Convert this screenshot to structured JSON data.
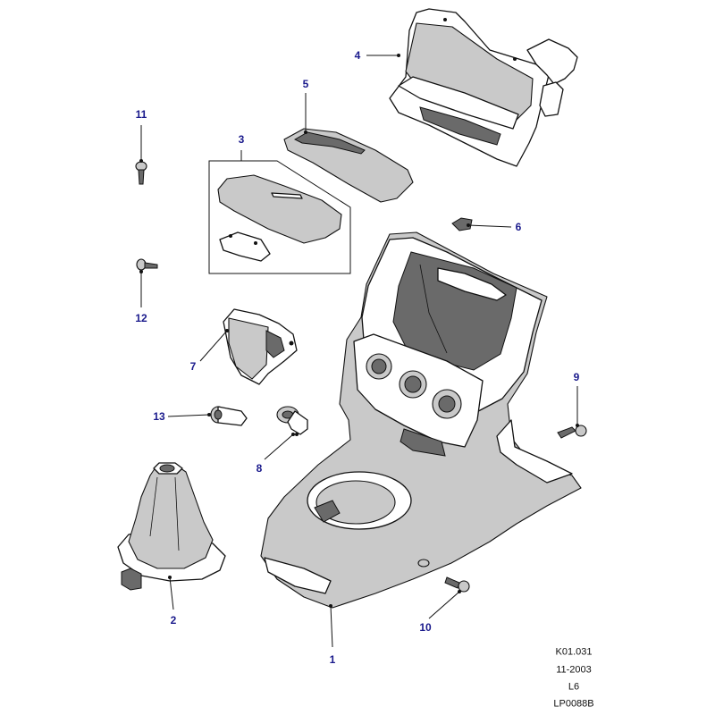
{
  "callouts": {
    "c1": "1",
    "c2": "2",
    "c3": "3",
    "c4": "4",
    "c5": "5",
    "c6": "6",
    "c7": "7",
    "c8": "8",
    "c9": "9",
    "c10": "10",
    "c11": "11",
    "c12": "12",
    "c13": "13"
  },
  "drawing_info": {
    "ref": "K01.031",
    "date": "11-2003",
    "model": "L6",
    "drawing_no": "LP0088B"
  },
  "colors": {
    "callout": "#1a1a8c",
    "line": "#111111",
    "shade": "#c9c9c9"
  }
}
